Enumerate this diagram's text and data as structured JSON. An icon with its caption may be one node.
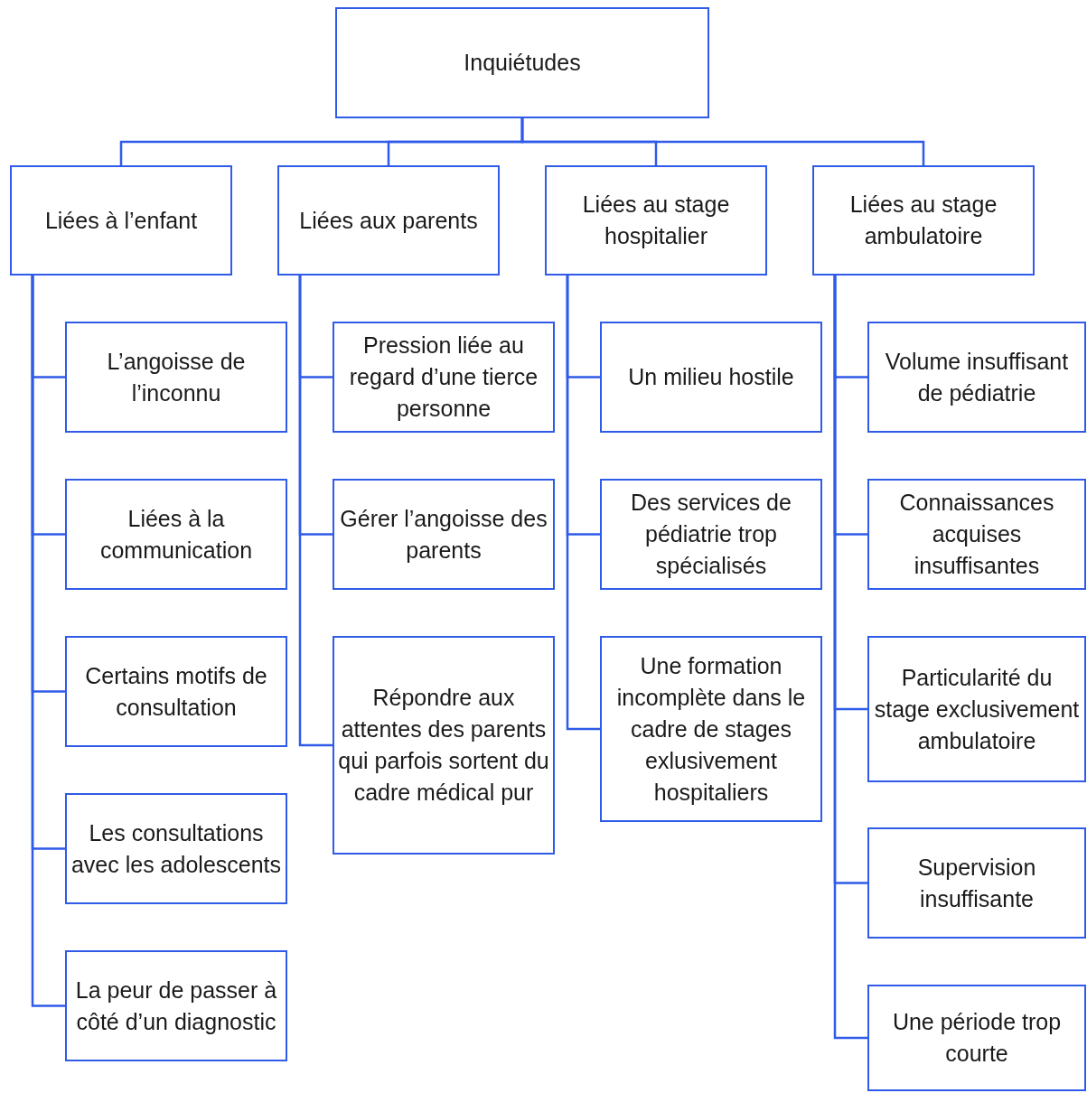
{
  "diagram": {
    "nodes": [
      {
        "text": [
          "Inquiétudes"
        ]
      },
      {
        "text": [
          "Liées à l’enfant"
        ]
      },
      {
        "text": [
          "L’angoisse de l’inconnu"
        ]
      },
      {
        "text": [
          "Liées à la communication"
        ]
      },
      {
        "text": [
          "Certains motifs de consultation"
        ]
      },
      {
        "text": [
          "Les consultations avec les adolescents"
        ]
      },
      {
        "text": [
          "La peur de passer à côté d’un diagnostic"
        ]
      },
      {
        "text": [
          "Liées aux parents"
        ]
      },
      {
        "text": [
          "Pression liée au regard d’une tierce personne"
        ]
      },
      {
        "text": [
          "Gérer l’angoisse des parents"
        ]
      },
      {
        "text": [
          "Répondre aux attentes des parents qui parfois sortent du cadre médical pur"
        ]
      },
      {
        "text": [
          "Liées au stage hospitalier"
        ]
      },
      {
        "text": [
          "Un milieu hostile"
        ]
      },
      {
        "text": [
          "Des services de pédiatrie trop spécialisés"
        ]
      },
      {
        "text": [
          "Une formation incomplète dans le cadre de stages exlusivement hospitaliers"
        ]
      },
      {
        "text": [
          "Liées au stage ambulatoire"
        ]
      },
      {
        "text": [
          "Volume insuffisant de pédiatrie"
        ]
      },
      {
        "text": [
          "Connaissances acquises insuffisantes"
        ]
      },
      {
        "text": [
          "Particularité du stage exclusivement ambulatoire"
        ]
      },
      {
        "text": [
          "Supervision insuffisante"
        ]
      },
      {
        "text": [
          "Une période trop courte"
        ]
      }
    ],
    "edges": [
      {
        "from": 0,
        "to": 1,
        "arrow": "none"
      },
      {
        "from": 0,
        "to": 7,
        "arrow": "none"
      },
      {
        "from": 0,
        "to": 11,
        "arrow": "none"
      },
      {
        "from": 0,
        "to": 15,
        "arrow": "none"
      },
      {
        "from": 1,
        "to": 2,
        "arrow": "none"
      },
      {
        "from": 1,
        "to": 3,
        "arrow": "none"
      },
      {
        "from": 1,
        "to": 4,
        "arrow": "none"
      },
      {
        "from": 1,
        "to": 5,
        "arrow": "none"
      },
      {
        "from": 1,
        "to": 6,
        "arrow": "none"
      },
      {
        "from": 7,
        "to": 8,
        "arrow": "none"
      },
      {
        "from": 7,
        "to": 9,
        "arrow": "none"
      },
      {
        "from": 7,
        "to": 10,
        "arrow": "none"
      },
      {
        "from": 11,
        "to": 12,
        "arrow": "none"
      },
      {
        "from": 11,
        "to": 13,
        "arrow": "none"
      },
      {
        "from": 11,
        "to": 14,
        "arrow": "none"
      },
      {
        "from": 15,
        "to": 16,
        "arrow": "none"
      },
      {
        "from": 15,
        "to": 17,
        "arrow": "none"
      },
      {
        "from": 15,
        "to": 18,
        "arrow": "none"
      },
      {
        "from": 15,
        "to": 19,
        "arrow": "none"
      },
      {
        "from": 15,
        "to": 20,
        "arrow": "none"
      }
    ]
  }
}
